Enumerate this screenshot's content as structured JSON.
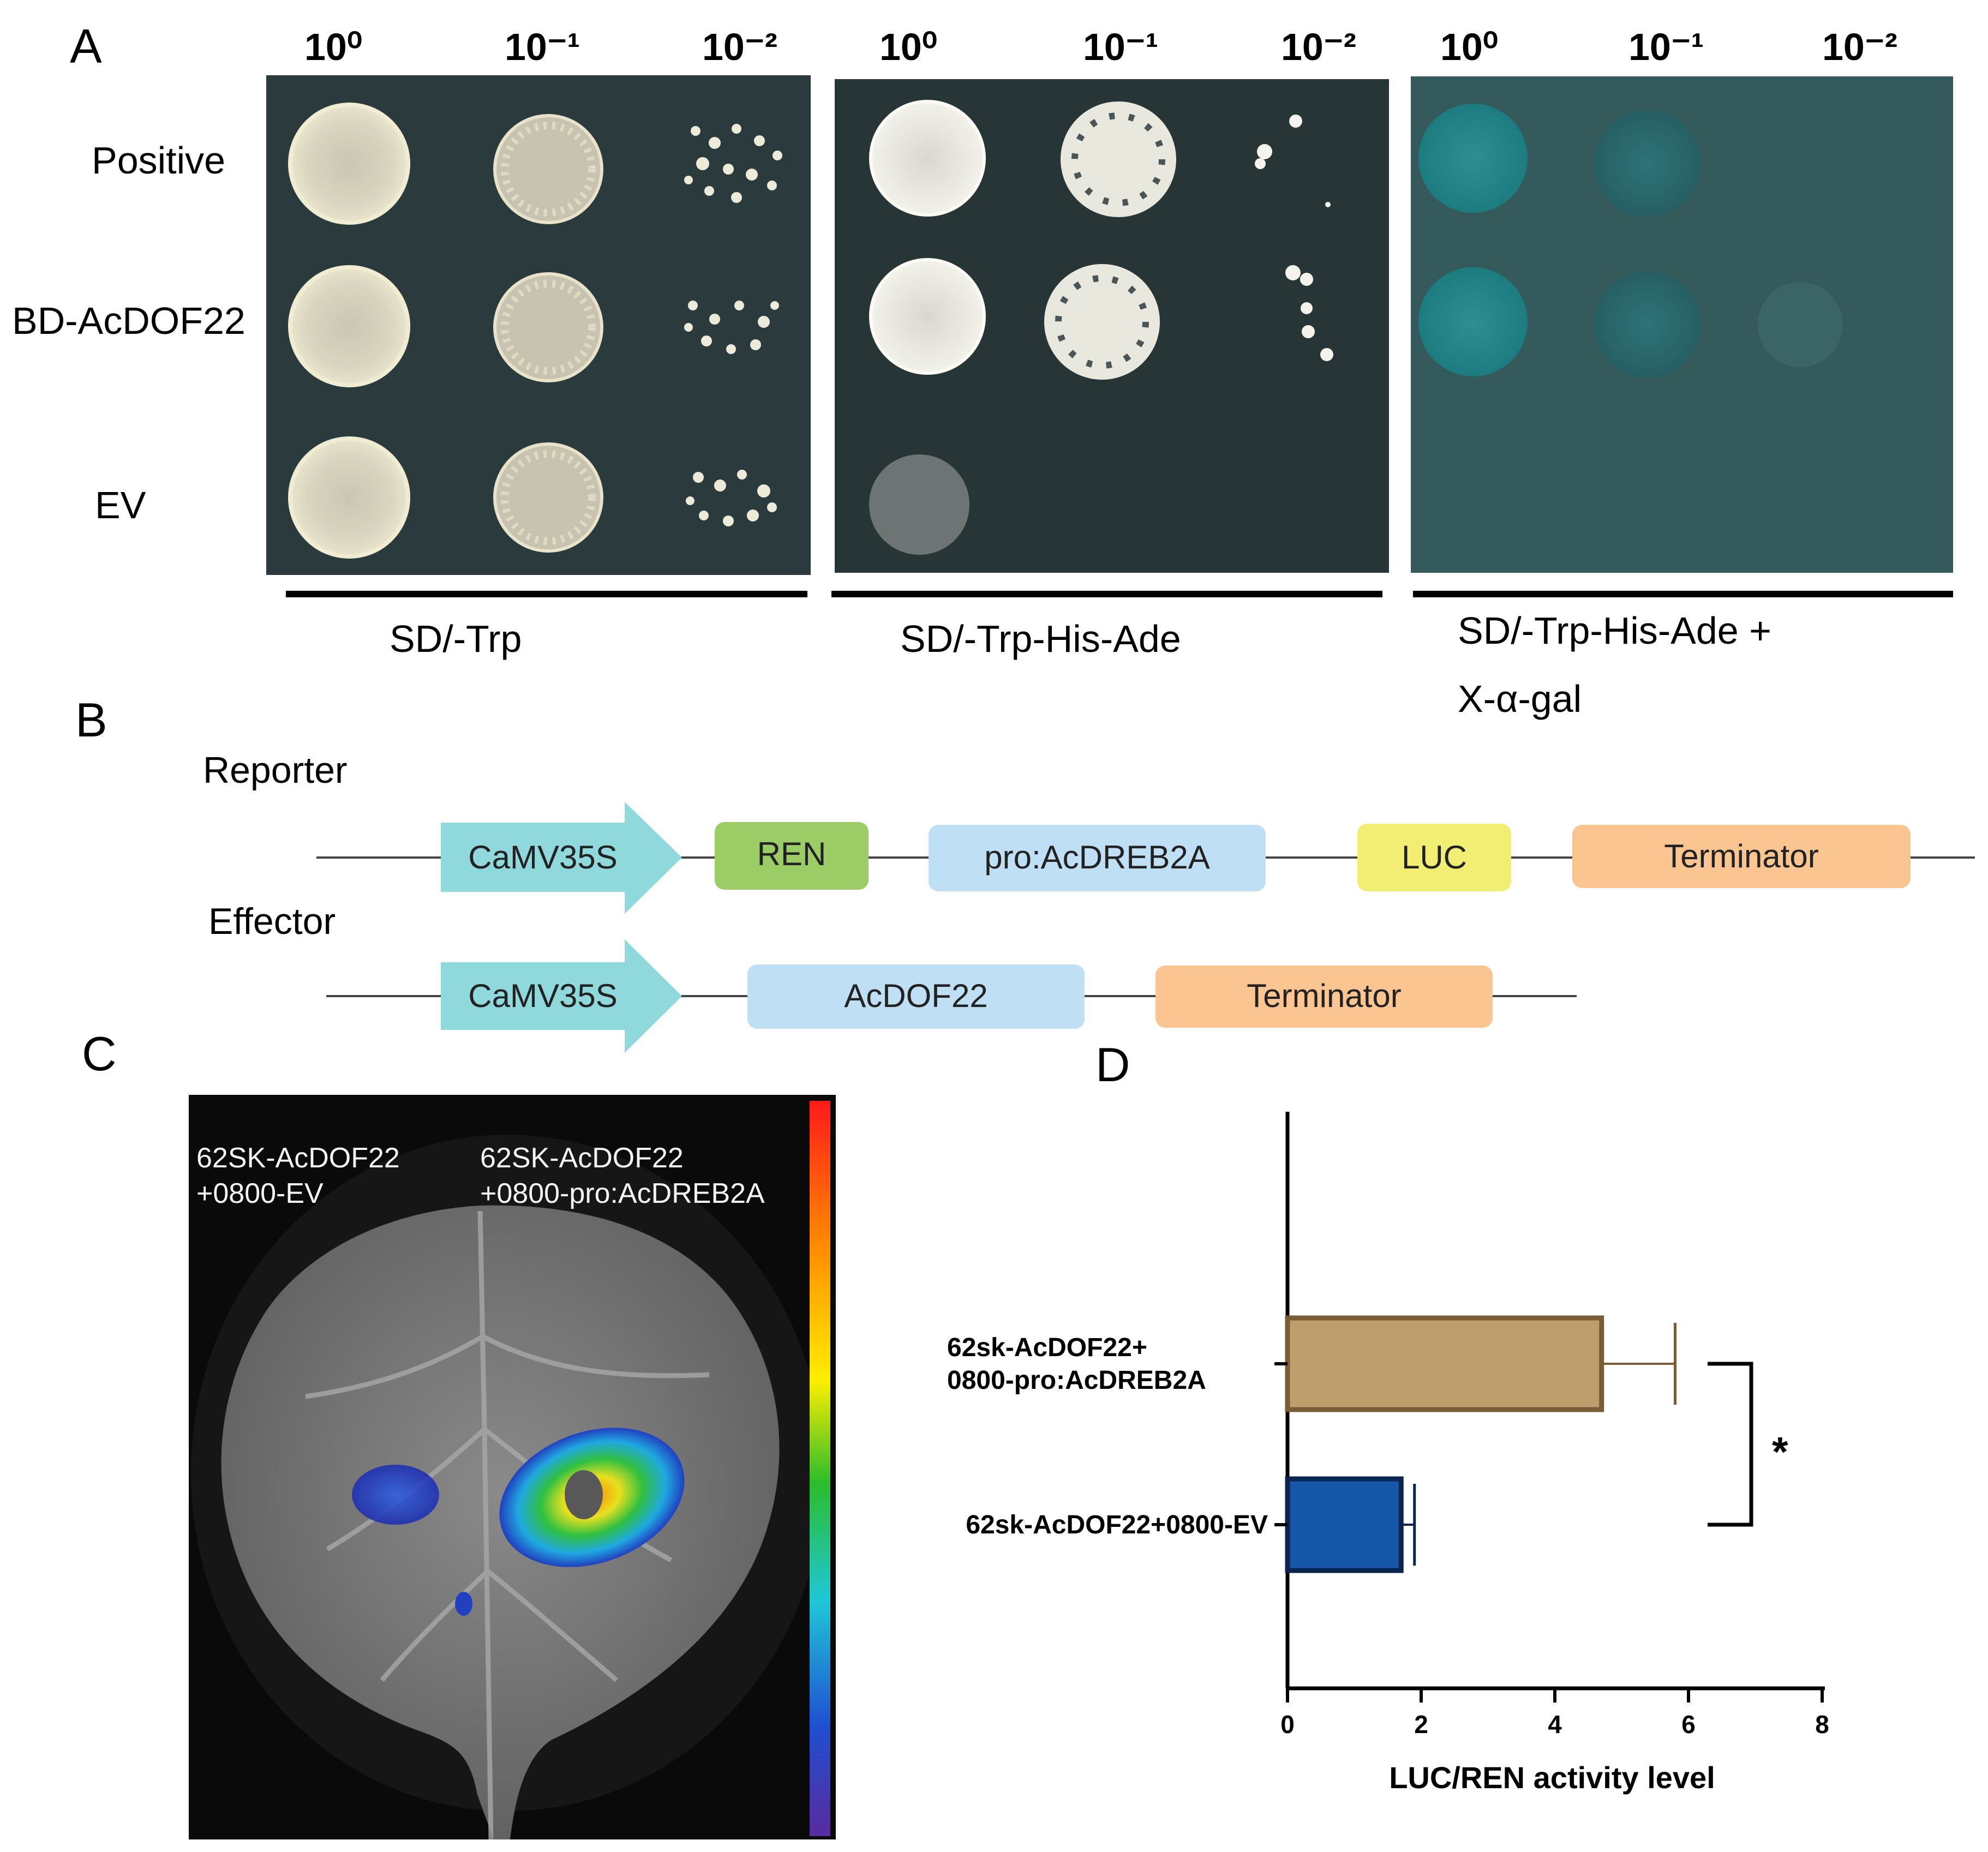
{
  "panels": {
    "a": {
      "letter": "A",
      "dilutions": [
        "10⁰",
        "10⁻¹",
        "10⁻²"
      ],
      "rows": [
        "Positive",
        "BD-AcDOF22",
        "EV"
      ],
      "media": {
        "m1": "SD/-Trp",
        "m2": "SD/-Trp-His-Ade",
        "m3_line1": "SD/-Trp-His-Ade +",
        "m3_line2": "X-α-gal"
      }
    },
    "b": {
      "letter": "B",
      "reporter_label": "Reporter",
      "effector_label": "Effector",
      "reporter": {
        "promoter": "CaMV35S",
        "ren": "REN",
        "pro": "pro:AcDREB2A",
        "luc": "LUC",
        "term": "Terminator"
      },
      "effector": {
        "promoter": "CaMV35S",
        "gene": "AcDOF22",
        "term": "Terminator"
      },
      "colors": {
        "promoter": "#8fd8dc",
        "ren": "#9ccc65",
        "pro": "#bfe0f4",
        "luc": "#f2ee74",
        "term": "#fbc592"
      }
    },
    "c": {
      "letter": "C",
      "left_line1": "62SK-AcDOF22",
      "left_line2": "+0800-EV",
      "right_line1": "62SK-AcDOF22",
      "right_line2": "+0800-pro:AcDREB2A"
    },
    "d": {
      "letter": "D"
    }
  },
  "chart_data": {
    "type": "bar",
    "orientation": "horizontal",
    "categories": [
      "62sk-AcDOF22+\n0800-pro:AcDREB2A",
      "62sk-AcDOF22+0800-EV"
    ],
    "category_lines": [
      [
        "62sk-AcDOF22+",
        "0800-pro:AcDREB2A"
      ],
      [
        "62sk-AcDOF22+0800-EV"
      ]
    ],
    "values": [
      4.7,
      1.7
    ],
    "errors": [
      1.1,
      0.2
    ],
    "bar_colors": [
      "#bf9e6e",
      "#1656a8"
    ],
    "bar_edge_colors": [
      "#7a5c36",
      "#0b2550"
    ],
    "xlabel": "LUC/REN activity level",
    "xlim": [
      0,
      8
    ],
    "xticks": [
      0,
      2,
      4,
      6,
      8
    ],
    "significance": "*"
  }
}
